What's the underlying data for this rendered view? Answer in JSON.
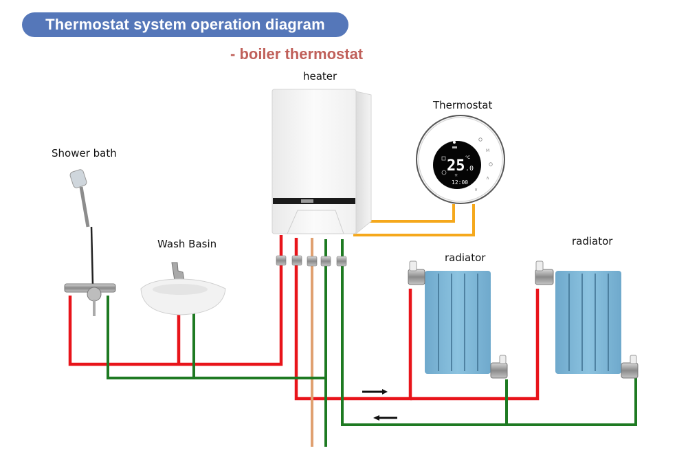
{
  "title": "Thermostat system operation diagram",
  "subtitle": "- boiler thermostat",
  "labels": {
    "heater": "heater",
    "thermostat": "Thermostat",
    "shower": "Shower bath",
    "basin": "Wash Basin",
    "radiator_1": "radiator",
    "radiator_2": "radiator"
  },
  "thermostat_display": {
    "temperature": "25",
    "temperature_decimal": ".0",
    "unit": "°C",
    "time": "12:00"
  },
  "colors": {
    "title_bg": "#5577b9",
    "subtitle": "#c0605a",
    "hot_pipe": "#e8141a",
    "cold_pipe": "#1e7a22",
    "gas_pipe": "#e0a070",
    "signal_wire": "#f5a81c",
    "radiator": "#7fb8d8"
  },
  "flow": {
    "supply_direction": "right",
    "return_direction": "left"
  }
}
